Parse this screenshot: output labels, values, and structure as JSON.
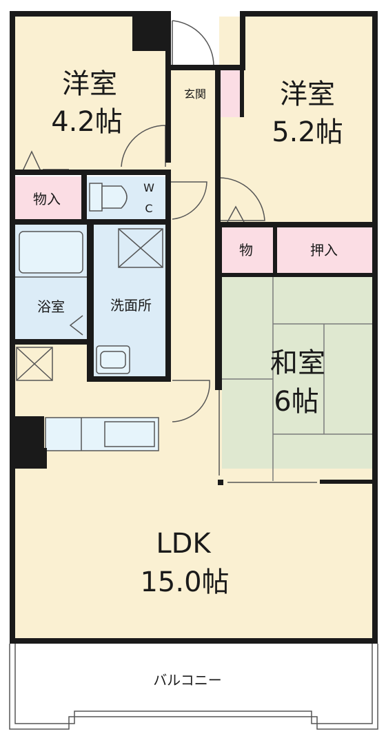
{
  "rooms": {
    "western1": {
      "name": "洋室",
      "size": "4.2帖"
    },
    "western2": {
      "name": "洋室",
      "size": "5.2帖"
    },
    "entrance": {
      "name": "玄関"
    },
    "storage1": {
      "name": "物入"
    },
    "wc": {
      "line1": "W",
      "line2": "C"
    },
    "storage2": {
      "name": "物"
    },
    "closet": {
      "name": "押入"
    },
    "bath": {
      "name": "浴室"
    },
    "washroom": {
      "name": "洗面所"
    },
    "japanese": {
      "name": "和室",
      "size": "6帖"
    },
    "ldk": {
      "name": "LDK",
      "size": "15.0帖"
    },
    "balcony": {
      "name": "バルコニー"
    }
  },
  "colors": {
    "wood_floor": "#faf0d2",
    "wet_area": "#dcecf7",
    "storage": "#fbdde4",
    "tatami": "#dfe8d0",
    "wall": "#1a1a1a"
  }
}
